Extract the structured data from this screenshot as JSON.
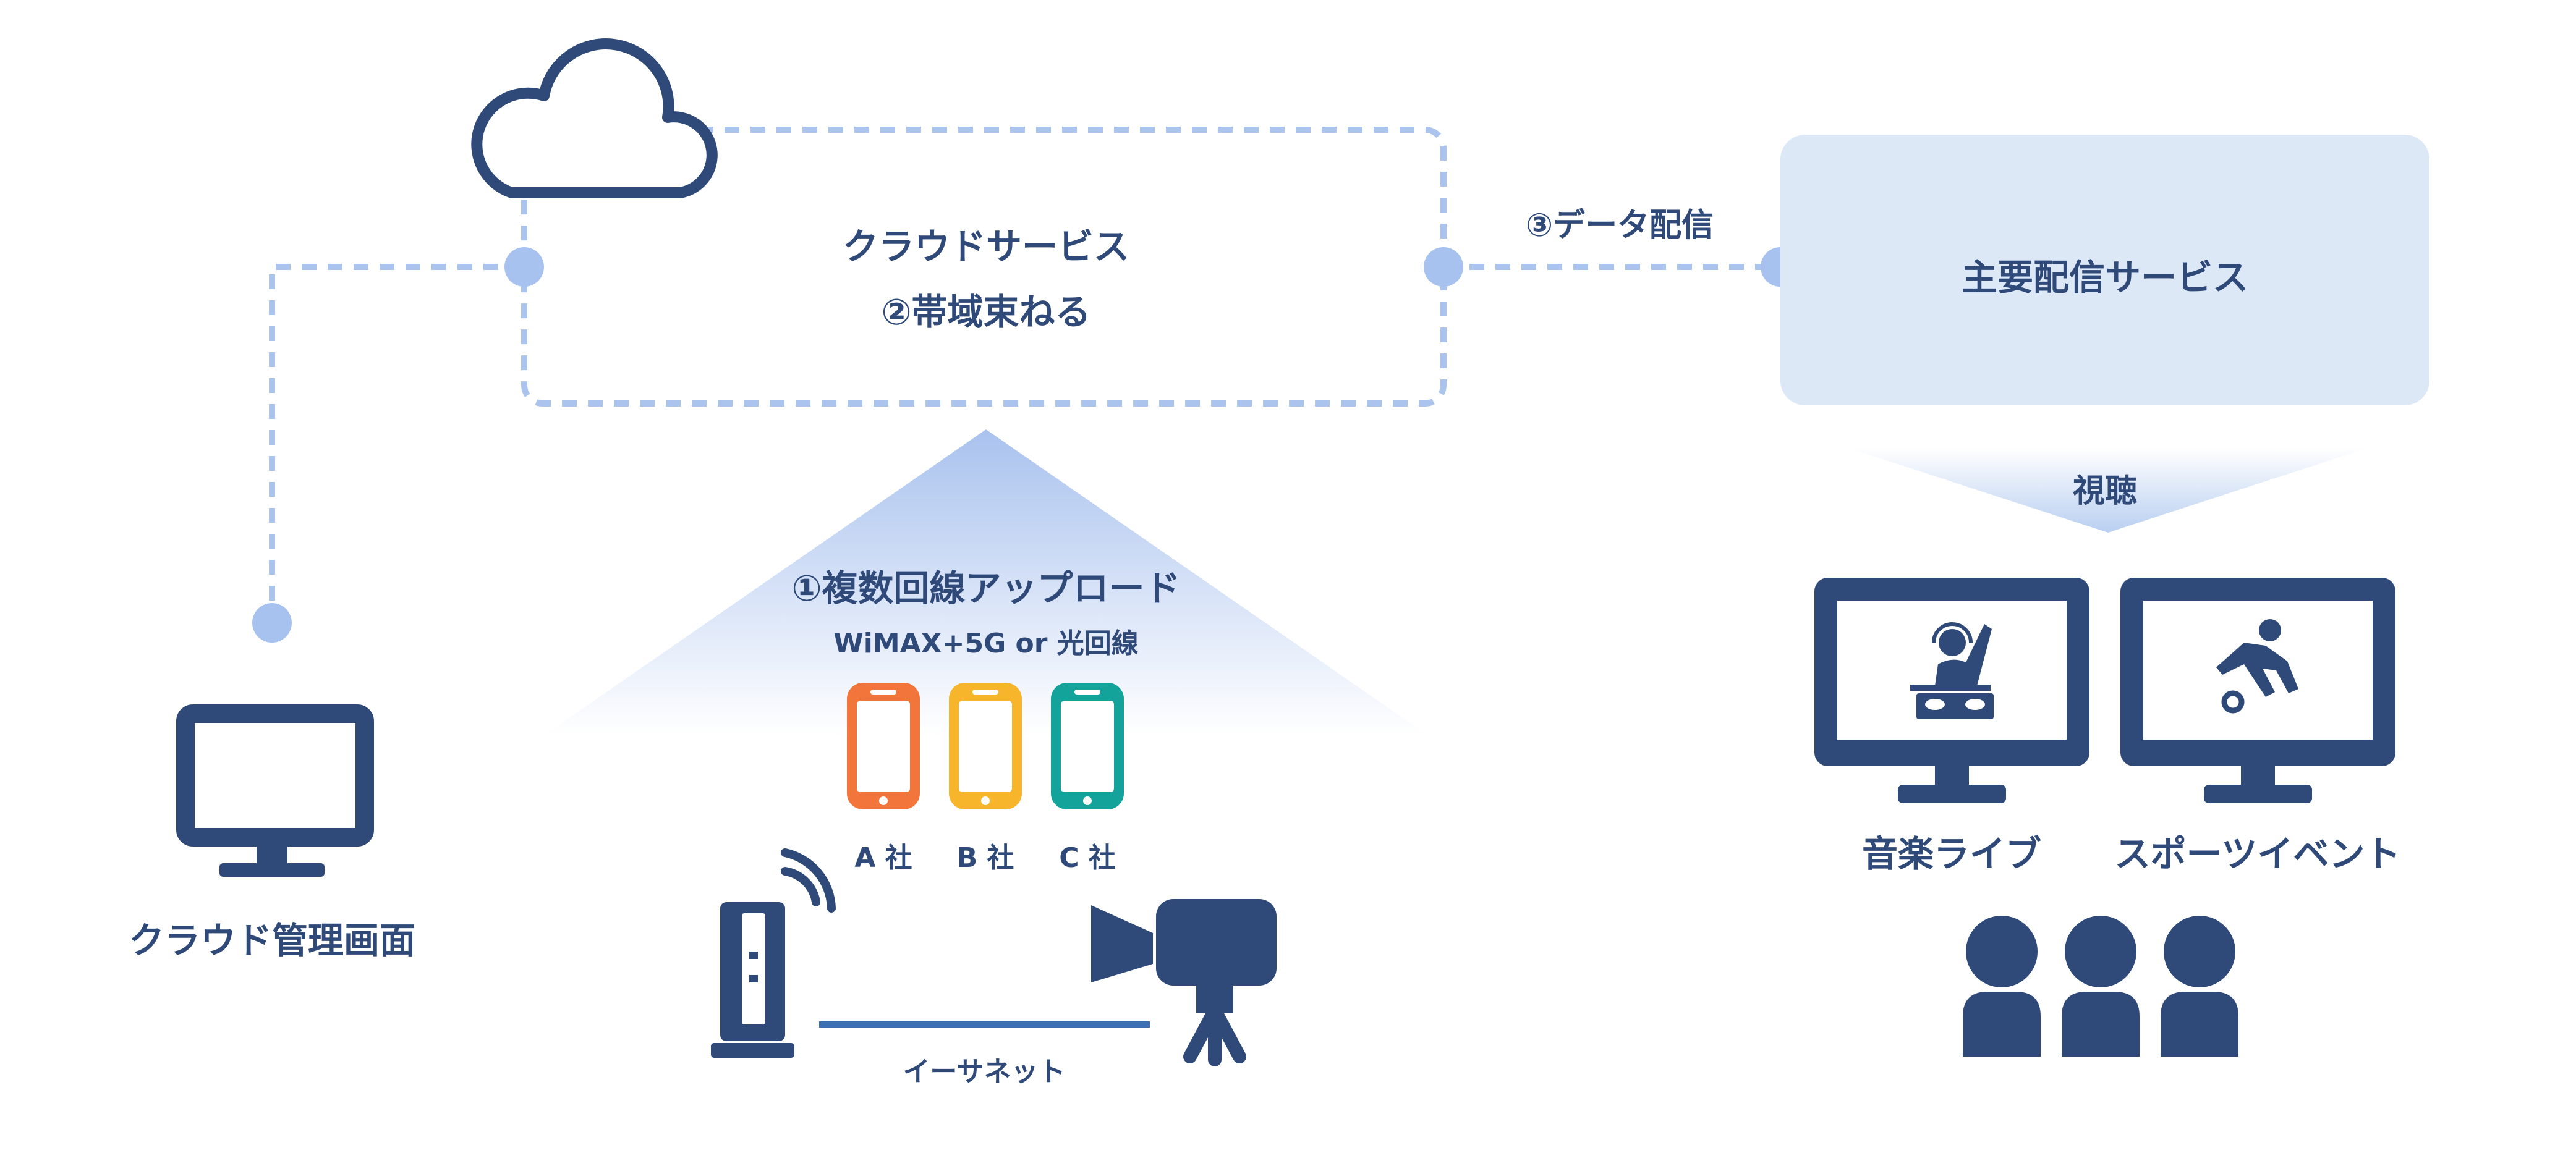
{
  "cloud_box": {
    "title": "クラウドサービス",
    "subtitle": "②帯域束ねる"
  },
  "data_delivery_label": "③データ配信",
  "main_service_label": "主要配信サービス",
  "viewing_label": "視聴",
  "management_label": "クラウド管理画面",
  "upload": {
    "title": "①複数回線アップロード",
    "subtitle": "WiMAX+5G or 光回線",
    "carriers": [
      {
        "label": "A 社",
        "color": "#f2763c"
      },
      {
        "label": "B 社",
        "color": "#f7b52c"
      },
      {
        "label": "C 社",
        "color": "#13a39a"
      }
    ]
  },
  "ethernet_label": "イーサネット",
  "screens": [
    {
      "label": "音楽ライブ",
      "icon": "dj-icon"
    },
    {
      "label": "スポーツイベント",
      "icon": "soccer-player-icon"
    }
  ],
  "audience_icon": "audience-icon",
  "colors": {
    "navy": "#2f4a79",
    "dashed": "#aac4ee",
    "service_box": "#dde8f6",
    "accent_dot": "#a8c2ef"
  }
}
